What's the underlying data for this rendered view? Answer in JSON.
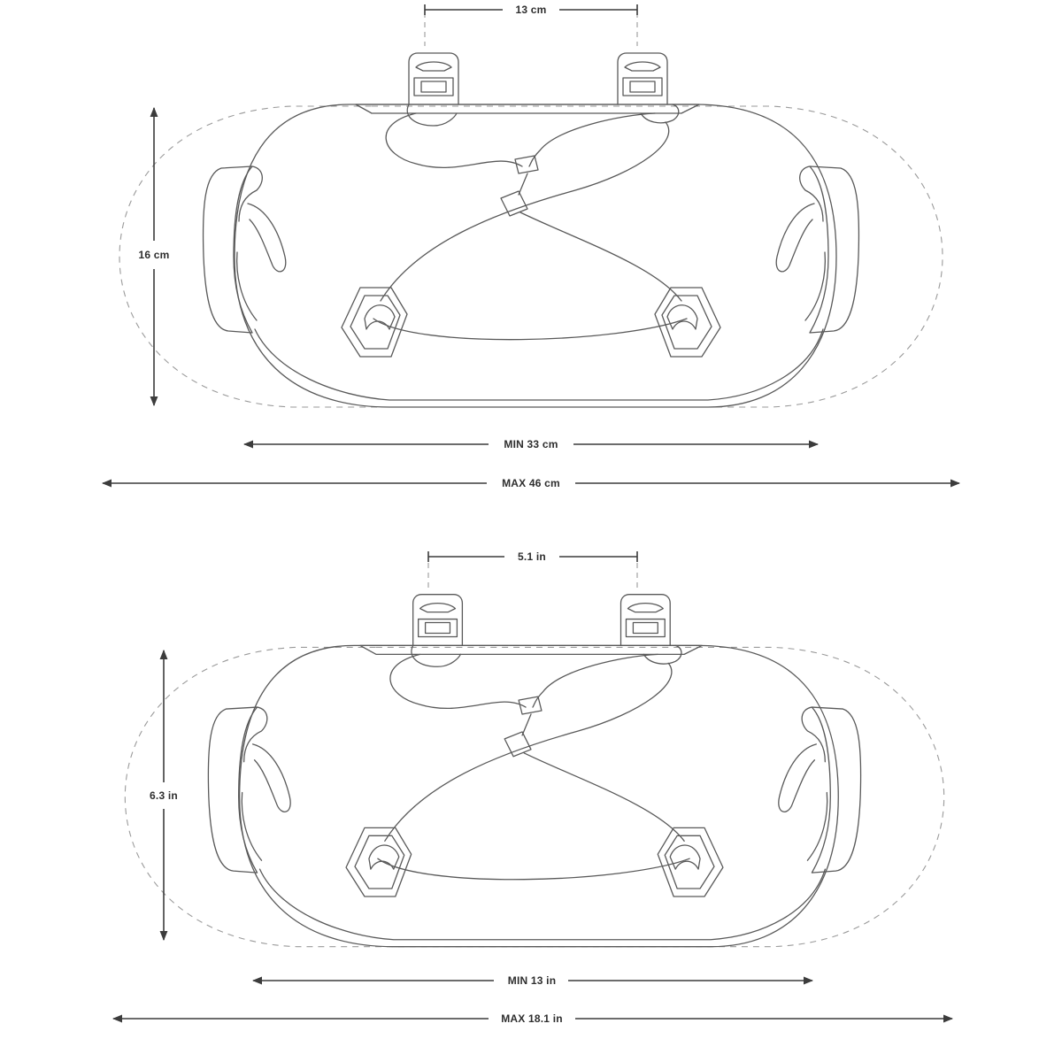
{
  "colors": {
    "background": "#ffffff",
    "line": "#595959",
    "dimension": "#3c3c3c",
    "dash": "#9a9a9a",
    "text": "#2e2e2e"
  },
  "metric": {
    "strap_spacing": "13 cm",
    "height": "16 cm",
    "min_width": "MIN 33 cm",
    "max_width": "MAX 46 cm"
  },
  "imperial": {
    "strap_spacing": "5.1 in",
    "height": "6.3 in",
    "min_width": "MIN 13 in",
    "max_width": "MAX 18.1 in"
  }
}
